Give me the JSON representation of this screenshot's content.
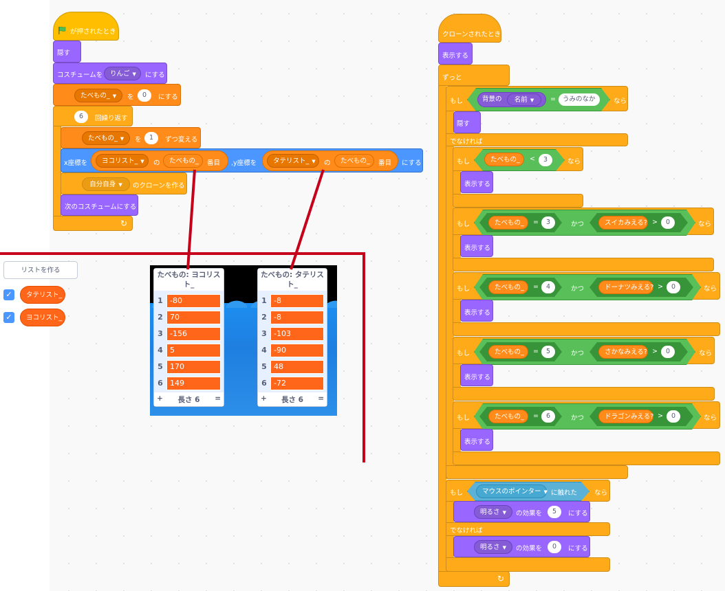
{
  "script1": {
    "hat": "が押されたとき",
    "hide": "隠す",
    "costume_set": {
      "prefix": "コスチュームを",
      "value": "りんご",
      "suffix": "にする"
    },
    "set_var": {
      "var": "たべもの_",
      "to": "を",
      "value": "0",
      "suffix": "にする"
    },
    "repeat": {
      "count": "6",
      "label": "回繰り返す"
    },
    "change_var": {
      "var": "たべもの_",
      "by": "を",
      "value": "1",
      "suffix": "ずつ変える"
    },
    "goto": {
      "x_label": "x座標を",
      "list1": "ヨコリスト_",
      "of1": "の",
      "var1": "たべもの_",
      "item1": "番目",
      "y_label": ",y座標を",
      "list2": "タテリスト_",
      "of2": "の",
      "var2": "たべもの_",
      "item2": "番目",
      "suffix": "にする"
    },
    "clone": {
      "target": "自分自身",
      "suffix": "のクローンを作る"
    },
    "next_costume": "次のコスチュームにする",
    "loop_arrow": "↻"
  },
  "palette": {
    "make_list": "リストを作る",
    "lists": [
      {
        "name": "タテリスト_",
        "checked": true
      },
      {
        "name": "ヨコリスト_",
        "checked": true
      }
    ]
  },
  "monitor_yoko": {
    "title": "たべもの: ヨコリスト_",
    "items": [
      "-80",
      "70",
      "-156",
      "5",
      "170",
      "149"
    ],
    "indices": [
      "1",
      "2",
      "3",
      "4",
      "5",
      "6"
    ],
    "plus": "+",
    "length": "長さ 6",
    "equals": "="
  },
  "monitor_tate": {
    "title": "たべもの: タテリスト_",
    "items": [
      "-8",
      "-8",
      "-103",
      "-90",
      "48",
      "-72"
    ],
    "indices": [
      "1",
      "2",
      "3",
      "4",
      "5",
      "6"
    ],
    "plus": "+",
    "length": "長さ 6",
    "equals": "="
  },
  "script2": {
    "hat": "クローンされたとき",
    "show": "表示する",
    "forever": "ずっと",
    "if_label": "もし",
    "then_label": "なら",
    "else_label": "でなければ",
    "and_label": "かつ",
    "hide": "隠す",
    "backdrop": {
      "prefix": "背景の",
      "attr": "名前",
      "eq": "=",
      "value": "うみのなか"
    },
    "var": "たべもの_",
    "lt": "<",
    "eq": "=",
    "gt": ">",
    "cond1_value": "3",
    "cond2": {
      "value": "3",
      "sensor": "スイカみえる?",
      "gt_value": "0"
    },
    "cond3": {
      "value": "4",
      "sensor": "ドーナツみえる?",
      "gt_value": "0"
    },
    "cond4": {
      "value": "5",
      "sensor": "さかなみえる?",
      "gt_value": "0"
    },
    "cond5": {
      "value": "6",
      "sensor": "ドラゴンみえる?",
      "gt_value": "0"
    },
    "touching": {
      "target": "マウスのポインター",
      "suffix": "に触れた"
    },
    "effect1": {
      "effect": "明るさ",
      "mid": "の効果を",
      "value": "5",
      "suffix": "にする"
    },
    "effect2": {
      "effect": "明るさ",
      "mid": "の効果を",
      "value": "0",
      "suffix": "にする"
    },
    "loop_arrow": "↻"
  },
  "colors": {
    "events": "#ffbf00",
    "control": "#ffab19",
    "looks": "#9966ff",
    "variables": "#ff8c1a",
    "motion": "#4c97ff",
    "operators": "#59c059",
    "sensing": "#5cb1d6",
    "list_item": "#ff661a",
    "annotation_red": "#c6001a"
  }
}
